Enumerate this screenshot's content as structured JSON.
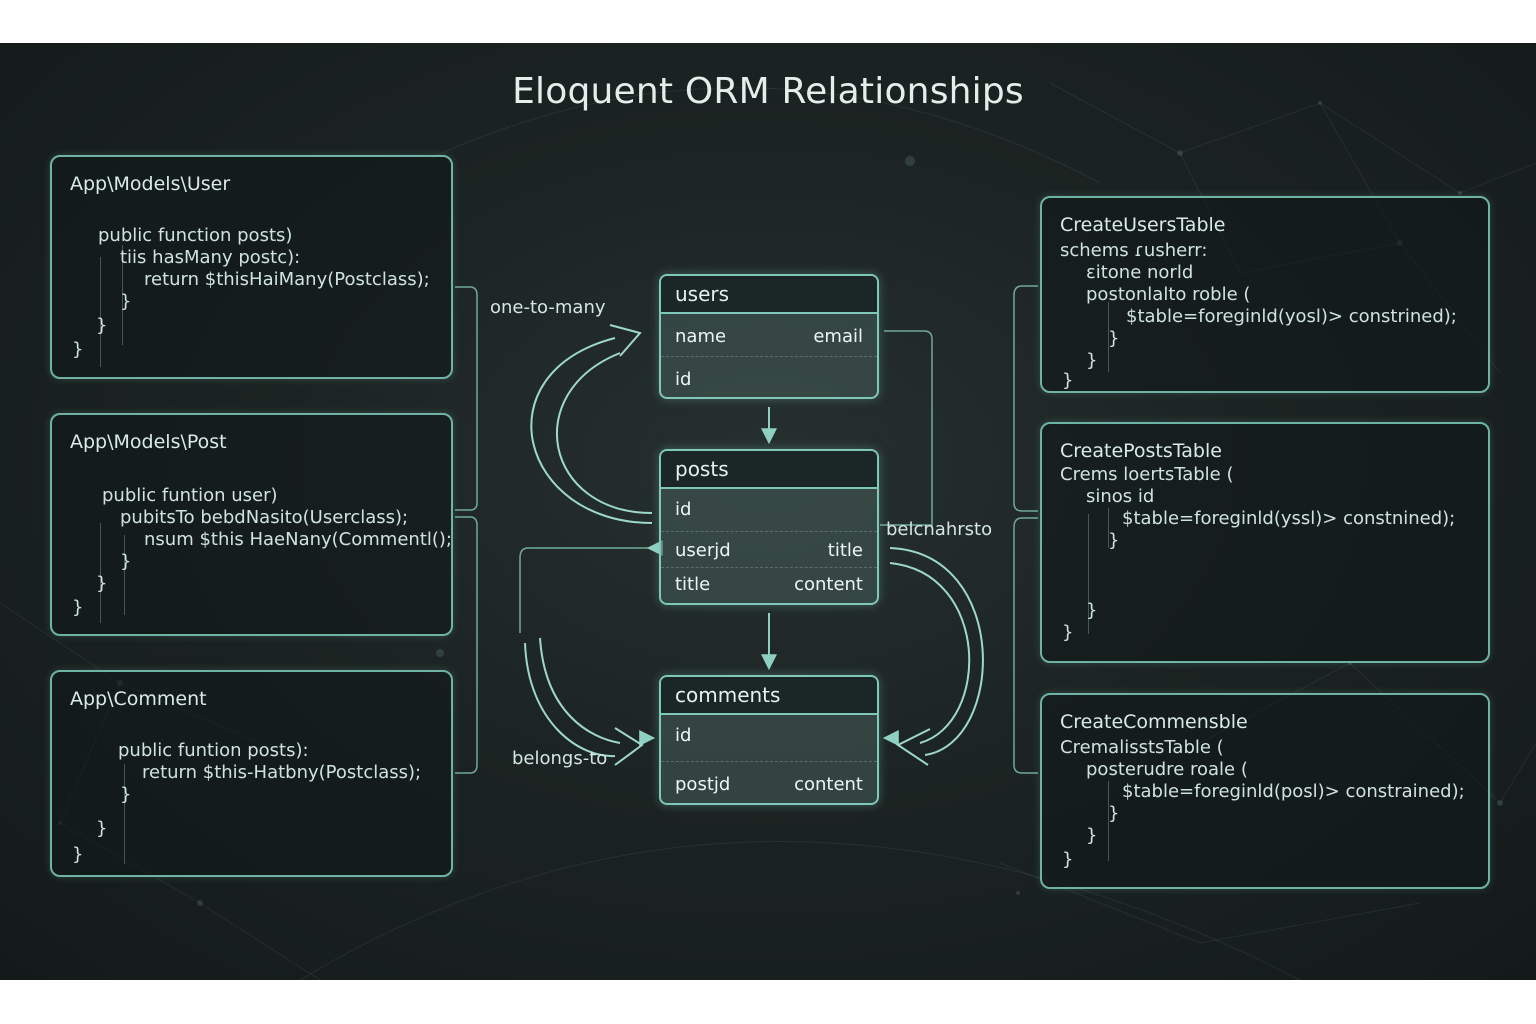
{
  "title": "Eloquent ORM Relationships",
  "colors": {
    "accent": "#7fc7b8",
    "background": "#1c2423",
    "text": "#e6eeec"
  },
  "models": [
    {
      "title": "App\\Models\\User",
      "lines": [
        "public function posts)",
        "tiis  hasMany postc):",
        "return $thisHaiMany(Postclass);",
        "}",
        "}",
        "}"
      ]
    },
    {
      "title": "App\\Models\\Post",
      "lines": [
        "public funtion user)",
        "pubitsTo bebdNasito(Userclass);",
        "nsum $this HaeNany(Commentl();",
        "}",
        "}",
        "}"
      ]
    },
    {
      "title": "App\\Comment",
      "lines": [
        "public funtion posts):",
        "return $this-Hatbny(Postclass);",
        "}",
        "}",
        "}"
      ]
    }
  ],
  "migrations": [
    {
      "title": "CreateUsersTable",
      "lines": [
        "schems ɾusherr:",
        "ɛitone norld",
        "postonlalto roble (",
        "$table=foreginld(yosl)> constrined);",
        "}",
        "}",
        "}"
      ]
    },
    {
      "title": "CreatePostsTable",
      "lines": [
        "Crems loertsTable (",
        "sinos id",
        "$table=foreginld(yssl)> constnined);",
        "}",
        "}",
        "}"
      ]
    },
    {
      "title": "CreateCommensble",
      "lines": [
        "CremalisstsTable (",
        "posterudre roale (",
        "$table=foreginld(posl)> constrained);",
        "}",
        "}",
        "}"
      ]
    }
  ],
  "tables": [
    {
      "name": "users",
      "rows": [
        {
          "left": "name",
          "right": "email"
        },
        {
          "left": "id",
          "right": ""
        }
      ]
    },
    {
      "name": "posts",
      "rows": [
        {
          "left": "id",
          "right": ""
        },
        {
          "left": "userjd",
          "right": "title"
        },
        {
          "left": "title",
          "right": "content"
        }
      ]
    },
    {
      "name": "comments",
      "rows": [
        {
          "left": "id",
          "right": ""
        },
        {
          "left": "postjd",
          "right": "content"
        }
      ]
    }
  ],
  "relations": {
    "one_to_many": "one-to-many",
    "belongs_to_left": "belongs-to",
    "belongs_to_right": "belcnahrsto"
  }
}
